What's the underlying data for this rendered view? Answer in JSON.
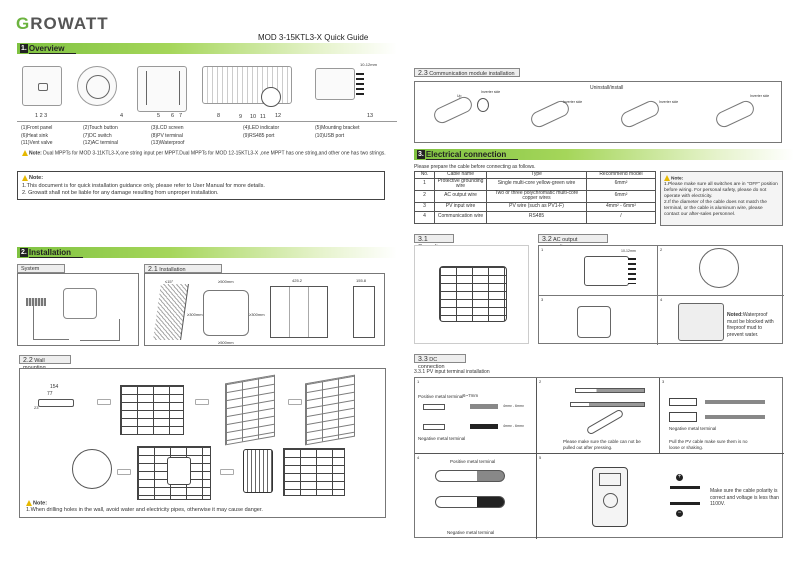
{
  "header": {
    "brand_first": "G",
    "brand_rest": "ROWATT",
    "doc_title": "MOD 3-15KTL3-X Quick Guide"
  },
  "overview": {
    "num": "1.",
    "title": "Overview",
    "callouts": [
      "1 2 3",
      "4",
      "5",
      "6",
      "7",
      "8",
      "9",
      "10",
      "11",
      "12",
      "13"
    ],
    "wire_len": "10-12mm",
    "parts": [
      "(1)Front panel",
      "(2)Touch button",
      "(3)LCD screen",
      "(4)LED indicator",
      "(5)Mounting bracket",
      "(6)Heat sink",
      "(7)DC switch",
      "(8)PV terminal",
      "(9)RS485 port",
      "(10)USB port",
      "(11)Vent valve",
      "(12)AC terminal",
      "(13)Waterproof",
      "",
      ""
    ],
    "mppt_note_label": "Note:",
    "mppt_note": "Dual MPPTs for MOD 3-11KTL3-X,one string input per MPPT.Dual MPPTs for MOD 12-15KTL3-X ,one MPPT has one string,and other one has two strings.",
    "note_label": "Note:",
    "notes": [
      "1.This document is for quick installation guidance only, please refer to User Manual for more details.",
      "2. Growatt shall not be liable for any damage resulting from unproper installation."
    ]
  },
  "installation": {
    "num": "2.",
    "title": "Installation",
    "system_overview": "System overview",
    "req_num": "2.1",
    "req_title": "Installation requirements",
    "req_dims": {
      "tilt": "≤15°",
      "top": "≥500mm",
      "bottom": "≥500mm",
      "left": "≥300mm",
      "right": "≥300mm",
      "w": "425.2",
      "a": "171.8",
      "b": "87.3",
      "h": "386.8",
      "d": "155.8",
      "d2": "178.5"
    },
    "wall_num": "2.2",
    "wall_title": "Wall mounting",
    "bracket_dims": [
      "154",
      "77",
      "23"
    ],
    "wall_note_label": "Note:",
    "wall_note": "1.When drilling holes in the wall, avoid water and electricity pipes, otherwise it may cause danger."
  },
  "comm": {
    "num": "2.3",
    "title": "Communication module installation",
    "caption": "Uninstall/install",
    "labels": [
      "Up",
      "Inverter side",
      "Inverter side",
      "Inverter side",
      "Inverter side"
    ]
  },
  "electrical": {
    "num": "3.",
    "title": "Electrical connection",
    "intro": "Please prepare the cable before connecting as follows.",
    "table": {
      "headers": [
        "No.",
        "Cable name",
        "Type",
        "Recommend model"
      ],
      "rows": [
        [
          "1",
          "Protective grounding wire",
          "Single multi-core yellow-green wire",
          "6mm²"
        ],
        [
          "2",
          "AC output wire",
          "Two or three polychromatic multi-core copper wires",
          "6mm²"
        ],
        [
          "3",
          "PV input wire",
          "PV wire (such as PV1-F)",
          "4mm² - 6mm²"
        ],
        [
          "4",
          "Communication wire",
          "RS485",
          "/"
        ]
      ]
    },
    "note_label": "Note:",
    "notes": [
      "1.Please make sure all switches are in \"OFF\" position before wiring. For personal safety, please do not operate with electricity.",
      "2.If the diameter of the cable does not match the terminal, or the cable is aluminum wire, please contact our after-sales personnel."
    ],
    "grounding_num": "3.1",
    "grounding_title": "Grounding",
    "ac_num": "3.2",
    "ac_title": "AC output connection",
    "ac_cells": [
      "1",
      "2",
      "3",
      "4"
    ],
    "ac_wire_len": "10-12mm",
    "ac_note_bold": "Noted:",
    "ac_note": "Waterproof must be blocked with fireproof mud to prevent water.",
    "dc_num": "3.3",
    "dc_title": "DC connection",
    "pv_title": "3.3.1 PV input terminal installation",
    "dc_cells": {
      "c1": {
        "num": "1",
        "pos": "Positive metal terminal",
        "strip": "6~7mm",
        "gauge1": "4mm² - 6mm²",
        "gauge2": "4mm² - 6mm²",
        "neg": "Negative metal terminal"
      },
      "c2": {
        "num": "2",
        "text": "Please make sure the cable can not be pulled out after pressing."
      },
      "c3": {
        "num": "3",
        "neg": "Negative metal terminal",
        "text": "Pull the PV cable make sure them is no loose or shaking."
      },
      "c4": {
        "num": "4",
        "pos": "Positive metal terminal",
        "neg": "Negative metal terminal"
      },
      "c5": {
        "num": "5",
        "text": "Make sure the cable polarity is correct and voltage is less than 1100V.",
        "plus": "+",
        "minus": "−"
      }
    }
  }
}
